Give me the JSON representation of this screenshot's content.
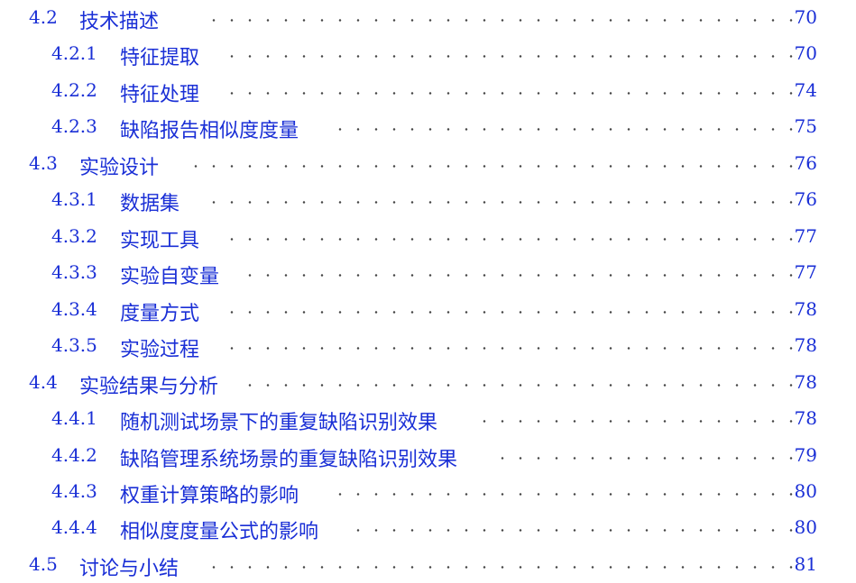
{
  "toc": [
    {
      "num": "4.2",
      "title": "技术描述",
      "page": "70",
      "level": 1
    },
    {
      "num": "4.2.1",
      "title": "特征提取",
      "page": "70",
      "level": 2
    },
    {
      "num": "4.2.2",
      "title": "特征处理",
      "page": "74",
      "level": 2
    },
    {
      "num": "4.2.3",
      "title": "缺陷报告相似度度量",
      "page": "75",
      "level": 2
    },
    {
      "num": "4.3",
      "title": "实验设计",
      "page": "76",
      "level": 1
    },
    {
      "num": "4.3.1",
      "title": "数据集",
      "page": "76",
      "level": 2
    },
    {
      "num": "4.3.2",
      "title": "实现工具",
      "page": "77",
      "level": 2
    },
    {
      "num": "4.3.3",
      "title": "实验自变量",
      "page": "77",
      "level": 2
    },
    {
      "num": "4.3.4",
      "title": "度量方式",
      "page": "78",
      "level": 2
    },
    {
      "num": "4.3.5",
      "title": "实验过程",
      "page": "78",
      "level": 2
    },
    {
      "num": "4.4",
      "title": "实验结果与分析",
      "page": "78",
      "level": 1
    },
    {
      "num": "4.4.1",
      "title": "随机测试场景下的重复缺陷识别效果",
      "page": "78",
      "level": 2
    },
    {
      "num": "4.4.2",
      "title": "缺陷管理系统场景的重复缺陷识别效果",
      "page": "79",
      "level": 2
    },
    {
      "num": "4.4.3",
      "title": "权重计算策略的影响",
      "page": "80",
      "level": 2
    },
    {
      "num": "4.4.4",
      "title": "相似度度量公式的影响",
      "page": "80",
      "level": 2
    },
    {
      "num": "4.5",
      "title": "讨论与小结",
      "page": "81",
      "level": 1
    }
  ],
  "colors": {
    "link": "#1a2fd6",
    "leader": "#444444",
    "background": "#ffffff"
  }
}
